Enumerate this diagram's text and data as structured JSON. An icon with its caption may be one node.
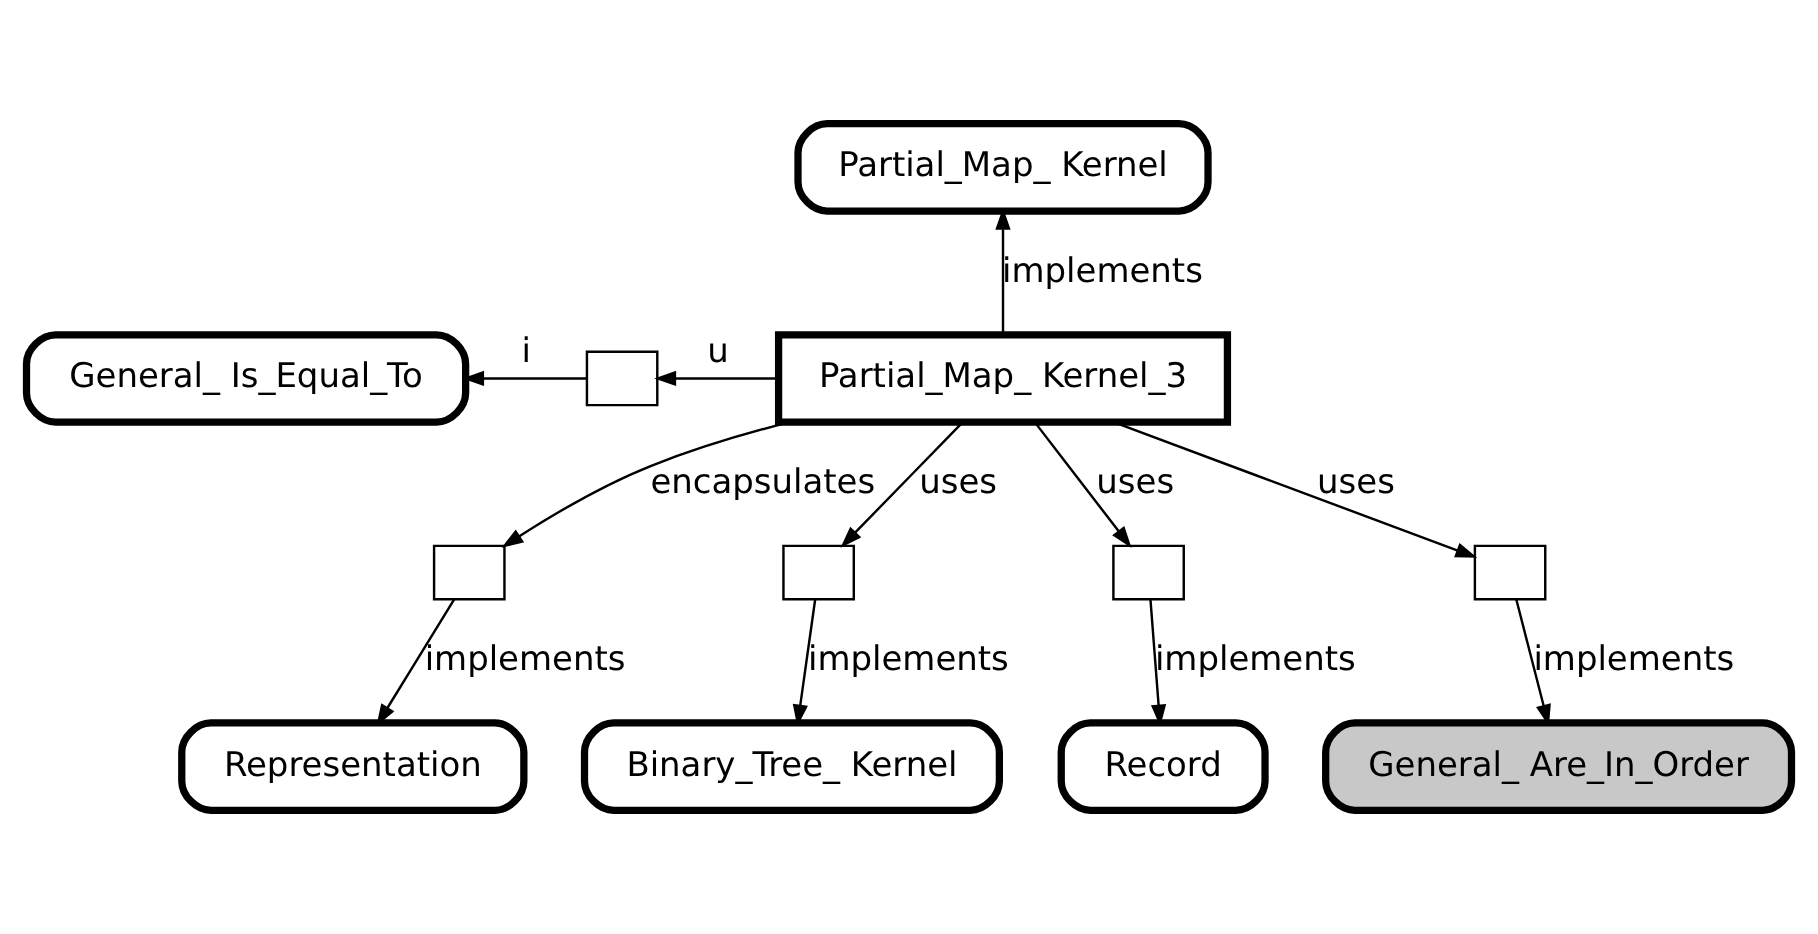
{
  "diagram": {
    "nodes": [
      {
        "text": [
          "Partial_Map_ Kernel"
        ]
      },
      {
        "text": [
          "General_ Is_Equal_To"
        ]
      },
      {
        "text": [],
        "shape": "box"
      },
      {
        "text": [
          "Partial_Map_ Kernel_3"
        ]
      },
      {
        "text": [],
        "shape": "box"
      },
      {
        "text": [],
        "shape": "box"
      },
      {
        "text": [],
        "shape": "box"
      },
      {
        "text": [],
        "shape": "box"
      },
      {
        "text": [
          "Representation"
        ]
      },
      {
        "text": [
          "Binary_Tree_ Kernel"
        ]
      },
      {
        "text": [
          "Record"
        ]
      },
      {
        "text": [
          "General_ Are_In_Order"
        ]
      }
    ],
    "edges": [
      {
        "from": 3,
        "to": 0,
        "arrow": "to",
        "label": "implements"
      },
      {
        "from": 3,
        "to": 2,
        "arrow": "to",
        "label": "u"
      },
      {
        "from": 2,
        "to": 1,
        "arrow": "to",
        "label": "i"
      },
      {
        "from": 3,
        "to": 4,
        "arrow": "to",
        "label": "encapsulates"
      },
      {
        "from": 3,
        "to": 5,
        "arrow": "to",
        "label": "uses"
      },
      {
        "from": 3,
        "to": 6,
        "arrow": "to",
        "label": "uses"
      },
      {
        "from": 3,
        "to": 7,
        "arrow": "to",
        "label": "uses"
      },
      {
        "from": 4,
        "to": 8,
        "arrow": "to",
        "label": "implements"
      },
      {
        "from": 5,
        "to": 9,
        "arrow": "to",
        "label": "implements"
      },
      {
        "from": 6,
        "to": 10,
        "arrow": "to",
        "label": "implements"
      },
      {
        "from": 7,
        "to": 11,
        "arrow": "to",
        "label": "implements"
      }
    ]
  }
}
